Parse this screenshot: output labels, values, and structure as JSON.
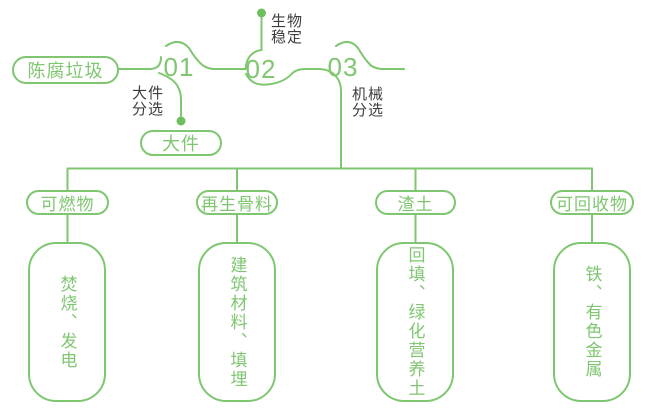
{
  "palette": {
    "line_green": "#7fc671",
    "dot_green": "#6fbf60",
    "annotation_text": "#3e3e3e",
    "background": "#ffffff"
  },
  "process": {
    "source_label": "陈腐垃圾",
    "steps": [
      {
        "number": "01",
        "annotation": "大件\n分选",
        "side_output": "大件"
      },
      {
        "number": "02",
        "annotation": "生物\n稳定"
      },
      {
        "number": "03",
        "annotation": "机械\n分选"
      }
    ],
    "branches": [
      {
        "category": "可燃物",
        "result": "焚烧、发电"
      },
      {
        "category": "再生骨料",
        "result": "建筑材料、填埋"
      },
      {
        "category": "渣土",
        "result": "回填、绿化营养土"
      },
      {
        "category": "可回收物",
        "result": "铁、有色金属"
      }
    ]
  }
}
